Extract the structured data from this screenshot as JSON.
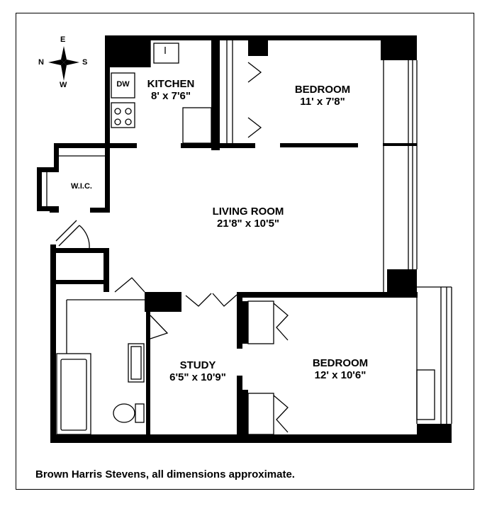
{
  "rooms": {
    "kitchen": {
      "name": "KITCHEN",
      "dims": "8' x 7'6\""
    },
    "bedroom_top": {
      "name": "BEDROOM",
      "dims": "11' x 7'8\""
    },
    "living": {
      "name": "LIVING ROOM",
      "dims": "21'8\" x 10'5\""
    },
    "wic": {
      "name": "W.I.C."
    },
    "study": {
      "name": "STUDY",
      "dims": "6'5\" x 10'9\""
    },
    "bedroom_bottom": {
      "name": "BEDROOM",
      "dims": "12' x 10'6\""
    }
  },
  "appliances": {
    "dishwasher": "DW"
  },
  "compass": {
    "north": "N",
    "east": "E",
    "south": "S",
    "west": "W"
  },
  "caption": "Brown Harris Stevens, all dimensions approximate."
}
